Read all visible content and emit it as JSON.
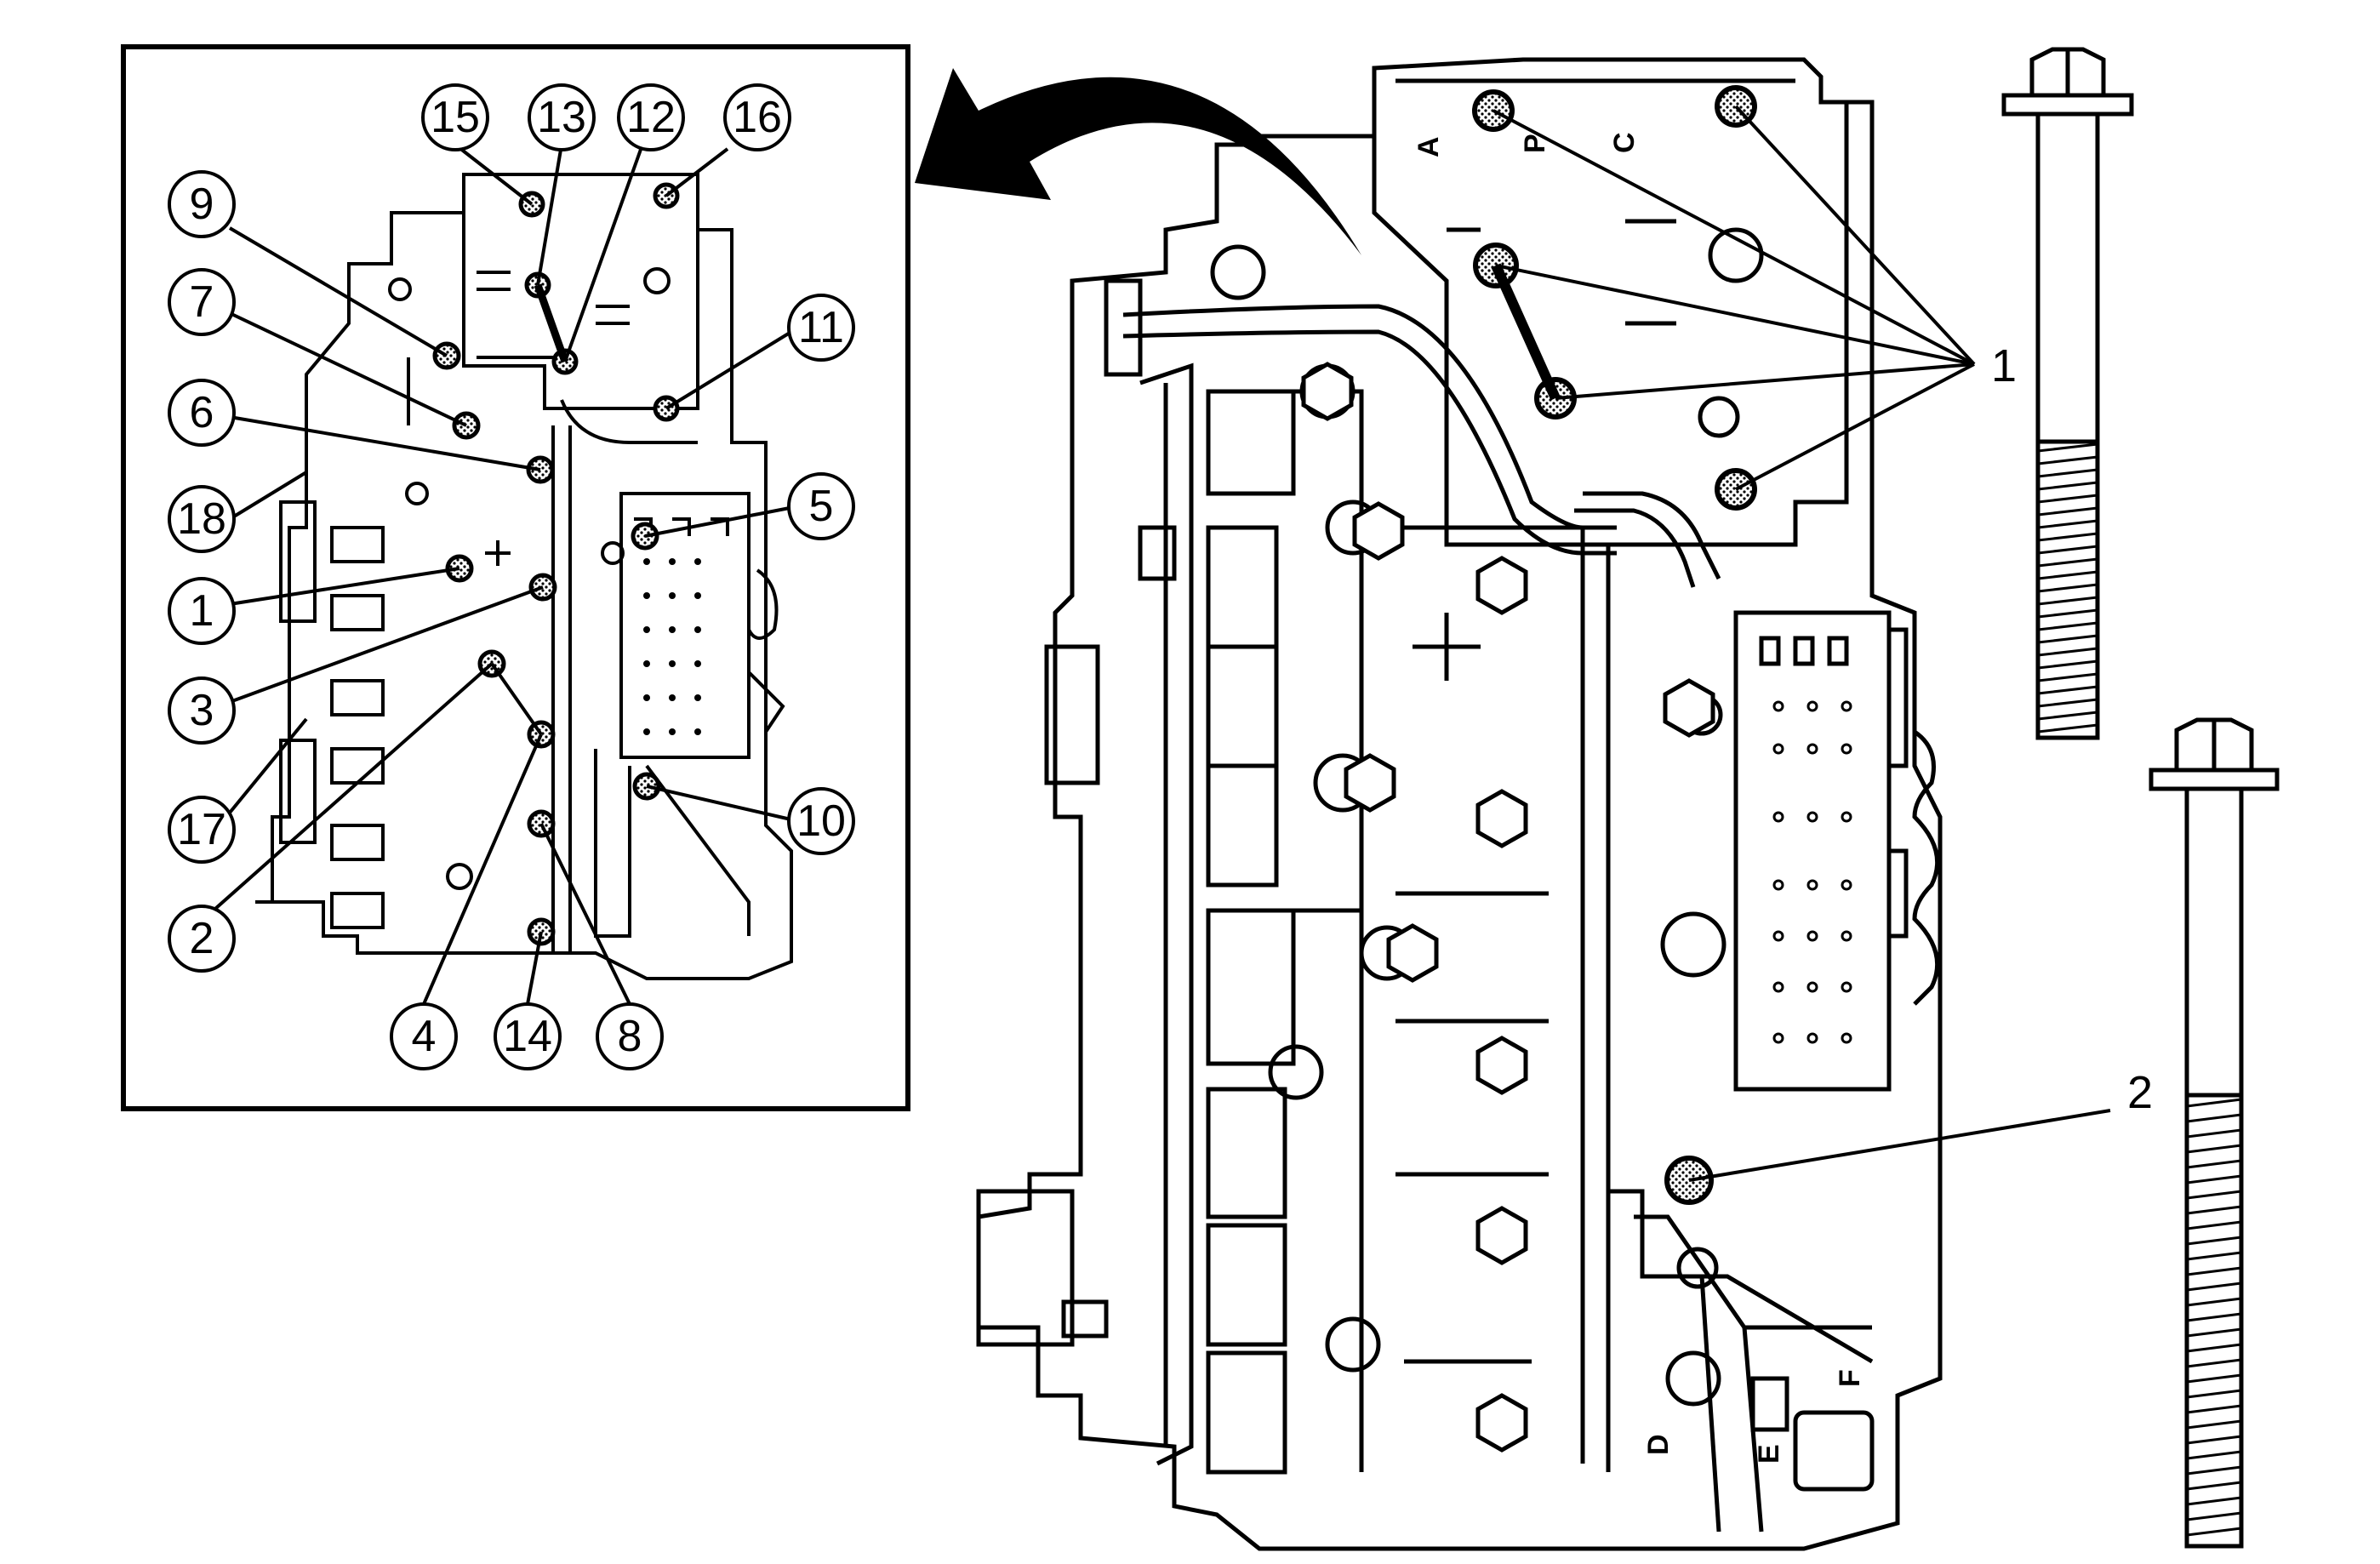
{
  "inset_callouts": [
    "15",
    "13",
    "12",
    "16",
    "9",
    "7",
    "11",
    "6",
    "18",
    "5",
    "1",
    "3",
    "17",
    "10",
    "2",
    "4",
    "14",
    "8"
  ],
  "main_callouts": [
    "1",
    "2"
  ],
  "stamped_letters": [
    "A",
    "P",
    "C",
    "D",
    "E",
    "F"
  ],
  "colors": {
    "line": "#000000",
    "background": "#ffffff",
    "bolt_head_fill": "#b0b0b0"
  }
}
